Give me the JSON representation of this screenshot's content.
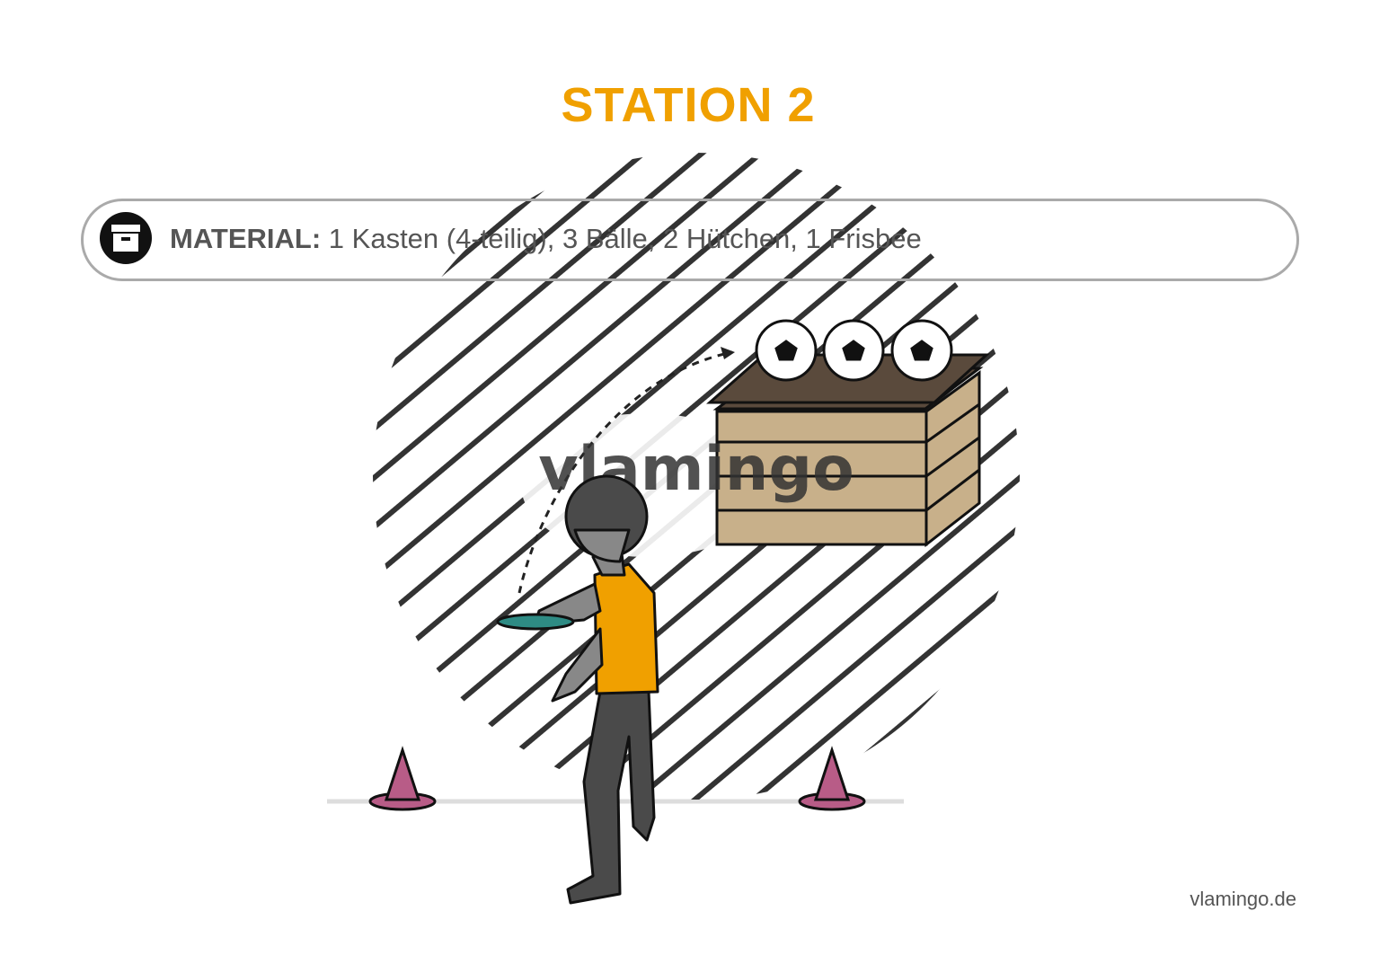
{
  "title": "STATION 2",
  "material": {
    "icon": "archive-box-icon",
    "label": "MATERIAL:",
    "items": "1 Kasten (4-teilig), 3 Bälle, 2 Hütchen, 1 Frisbee"
  },
  "watermark": "vlamingo",
  "footer": "vlamingo.de",
  "colors": {
    "title": "#F0A000",
    "shirt": "#F0A000",
    "cone": "#B85C87",
    "box": "#C8B08A",
    "box_top": "#5A4A3C",
    "frisbee": "#2E8B84"
  }
}
